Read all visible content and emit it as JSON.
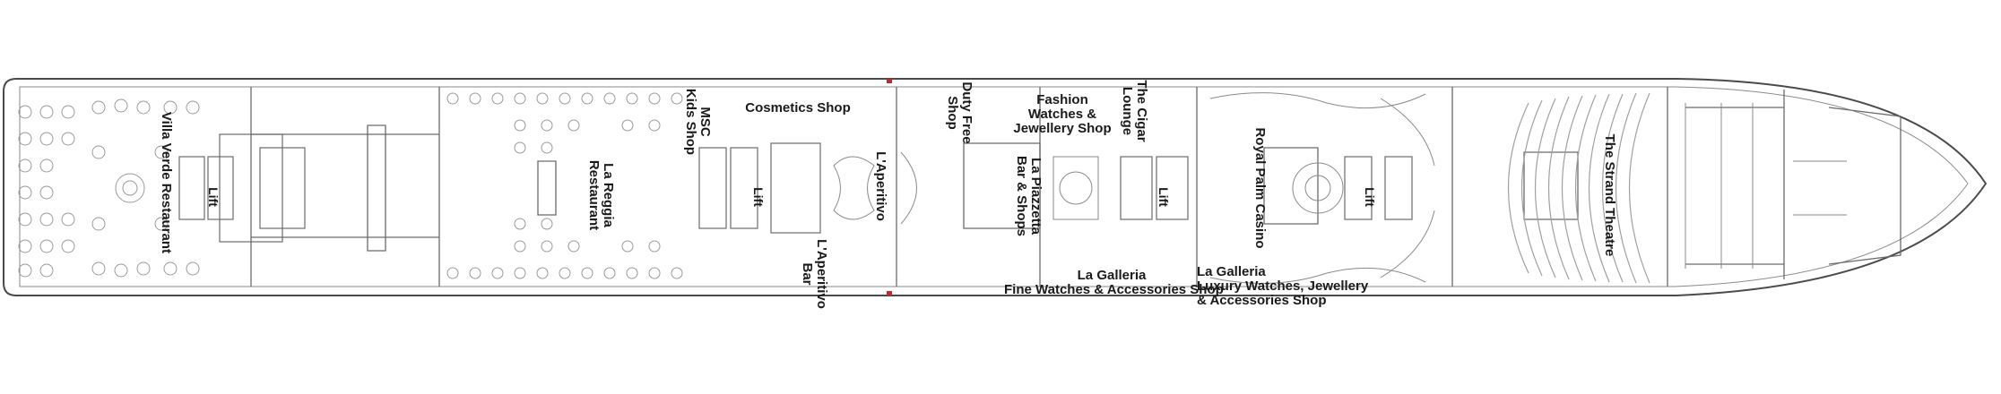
{
  "colors": {
    "outline": "#4a4a4a",
    "detail": "#7a7a7a",
    "furniture": "#9a9a9a",
    "marker": "#c0282d",
    "background": "#ffffff"
  },
  "venues": {
    "villa_verde": "Villa Verde Restaurant",
    "la_reggia": [
      "La Reggia",
      "Restaurant"
    ],
    "msc_kids": [
      "MSC",
      "Kids Shop"
    ],
    "cosmetics": "Cosmetics Shop",
    "aperitivo": "L'Aperitivo",
    "aperitivo_bar": [
      "L'Aperitivo",
      "Bar"
    ],
    "duty_free": [
      "Duty Free",
      "Shop"
    ],
    "fashion": [
      "Fashion",
      "Watches &",
      "Jewellery Shop"
    ],
    "cigar": [
      "The Cigar",
      "Lounge"
    ],
    "piazzetta": [
      "La Piazzetta",
      "Bar & Shops"
    ],
    "galleria_fine": [
      "La Galleria",
      "Fine Watches & Accessories Shop"
    ],
    "galleria_luxury": [
      "La Galleria",
      "Luxury Watches, Jewellery",
      "& Accessories Shop"
    ],
    "casino": "Royal Palm Casino",
    "theatre": "The Strand Theatre"
  },
  "lifts": [
    "Lift",
    "Lift",
    "Lift",
    "Lift"
  ]
}
